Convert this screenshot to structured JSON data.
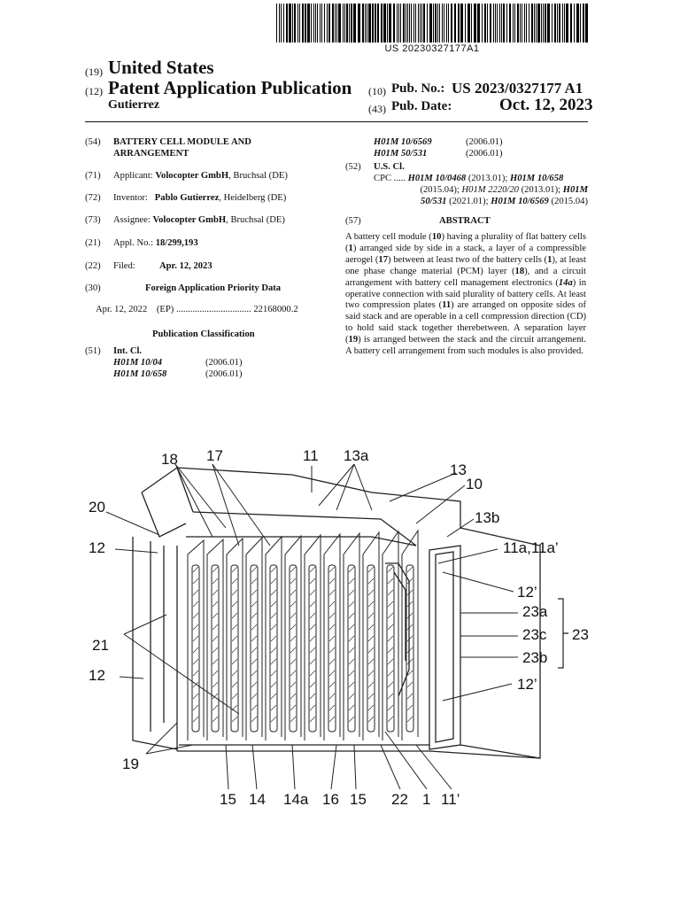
{
  "barcode_text": "US 20230327177A1",
  "header": {
    "code19": "(19)",
    "country": "United States",
    "code12": "(12)",
    "doc_type": "Patent Application Publication",
    "inventor_short": "Gutierrez",
    "code10": "(10)",
    "pub_no_label": "Pub. No.:",
    "pub_no": "US 2023/0327177 A1",
    "code43": "(43)",
    "pub_date_label": "Pub. Date:",
    "pub_date": "Oct. 12, 2023"
  },
  "left": {
    "f54_code": "(54)",
    "title_line1": "BATTERY CELL MODULE AND",
    "title_line2": "ARRANGEMENT",
    "f71_code": "(71)",
    "applicant_label": "Applicant:",
    "applicant": "Volocopter GmbH",
    "applicant_loc": ", Bruchsal (DE)",
    "f72_code": "(72)",
    "inventor_label": "Inventor:",
    "inventor": "Pablo Gutierrez",
    "inventor_loc": ", Heidelberg (DE)",
    "f73_code": "(73)",
    "assignee_label": "Assignee:",
    "assignee": "Volocopter GmbH",
    "assignee_loc": ", Bruchsal (DE)",
    "f21_code": "(21)",
    "appl_label": "Appl. No.:",
    "appl_no": "18/299,193",
    "f22_code": "(22)",
    "filed_label": "Filed:",
    "filed": "Apr. 12, 2023",
    "f30_code": "(30)",
    "foreign_title": "Foreign Application Priority Data",
    "priority_date": "Apr. 12, 2022",
    "priority_office": "(EP)",
    "priority_dots": "................................",
    "priority_no": "22168000.2",
    "pub_class_title": "Publication Classification",
    "f51_code": "(51)",
    "intcl_label": "Int. Cl.",
    "intcl": [
      {
        "code": "H01M 10/04",
        "year": "(2006.01)"
      },
      {
        "code": "H01M 10/658",
        "year": "(2006.01)"
      }
    ]
  },
  "right": {
    "cont": [
      {
        "code": "H01M 10/6569",
        "year": "(2006.01)"
      },
      {
        "code": "H01M 50/531",
        "year": "(2006.01)"
      }
    ],
    "f52_code": "(52)",
    "uscl_label": "U.S. Cl.",
    "cpc_label": "CPC .....",
    "cpc1_code": "H01M 10/0468",
    "cpc1_year": "(2013.01);",
    "cpc2_code": "H01M 10/658",
    "cpc2_year": "(2015.04);",
    "cpc3_code": "H01M 2220/20",
    "cpc3_year": "(2013.01);",
    "cpc4_code": "H01M",
    "cpc4b_code": "50/531",
    "cpc4_year": "(2021.01);",
    "cpc5_code": "H01M 10/6569",
    "cpc5_year": "(2015.04)",
    "f57_code": "(57)",
    "abstract_title": "ABSTRACT",
    "abstract": [
      "A battery cell module (",
      "10",
      ") having a plurality of flat battery cells (",
      "1",
      ") arranged side by side in a stack, a layer of a compressible aerogel (",
      "17",
      ") between at least two of the battery cells (",
      "1",
      "), at least one phase change material (PCM) layer (",
      "18",
      "), and a circuit arrangement with battery cell management electronics (",
      "14a",
      ") in operative connection with said plurality of battery cells. At least two compression plates (",
      "11",
      ") are arranged on opposite sides of said stack and are operable in a cell compression direction (CD) to hold said stack together therebetween. A separation layer (",
      "19",
      ") is arranged between the stack and the circuit arrangement. A battery cell arrangement from such modules is also provided."
    ]
  },
  "figure_labels": {
    "l18": "18",
    "l17": "17",
    "l11": "11",
    "l13a": "13a",
    "l13": "13",
    "l10": "10",
    "l20": "20",
    "l13b": "13b",
    "l12a": "12",
    "l11a": "11a,11a’",
    "l12p1": "12’",
    "l23a": "23a",
    "l23c": "23c",
    "l23": "23",
    "l23b": "23b",
    "l21": "21",
    "l12b": "12",
    "l12p2": "12’",
    "l19": "19",
    "b15a": "15",
    "b14": "14",
    "b14a": "14a",
    "b16": "16",
    "b15b": "15",
    "b22": "22",
    "b1": "1",
    "b11p": "11’"
  }
}
